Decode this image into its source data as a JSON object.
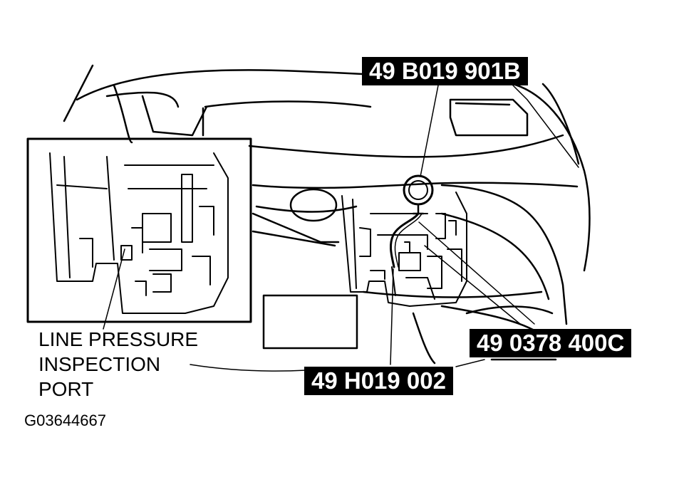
{
  "callouts": {
    "gauge": "49 B019 901B",
    "adapter": "49 0378 400C",
    "hose": "49 H019 002"
  },
  "labels": {
    "port": "LINE PRESSURE\nINSPECTION\nPORT"
  },
  "figure_id": "G03644667",
  "colors": {
    "ink": "#000000",
    "paper": "#ffffff"
  }
}
